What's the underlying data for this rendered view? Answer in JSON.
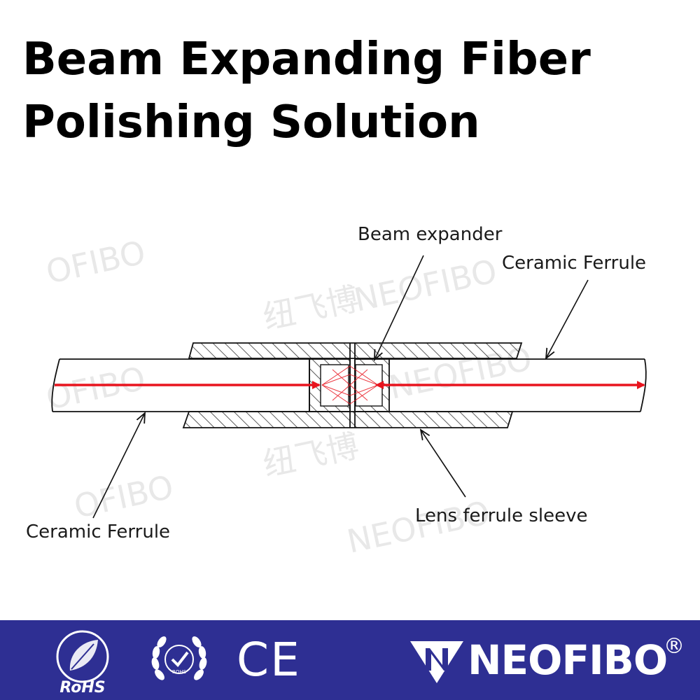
{
  "title": {
    "line1": "Beam Expanding Fiber",
    "line2": "Polishing Solution"
  },
  "diagram": {
    "labels": {
      "beam_expander": "Beam expander",
      "ceramic_ferrule_right": "Ceramic Ferrule",
      "ceramic_ferrule_left": "Ceramic Ferrule",
      "lens_ferrule_sleeve": "Lens ferrule sleeve"
    },
    "beam_color": "#e8141e"
  },
  "watermarks": {
    "brand": "NEOFIBO",
    "brand_partial": "OFIBO",
    "chinese": "纽飞博"
  },
  "footer": {
    "background": "#2e2f93",
    "badges": {
      "rohs_text": "RoHS",
      "rohs_small": "ROHS",
      "ce_text": "CE"
    },
    "brand_name": "NEOFIBO",
    "registered": "®",
    "logo_icon": "neofibo-n-triangle-icon"
  }
}
